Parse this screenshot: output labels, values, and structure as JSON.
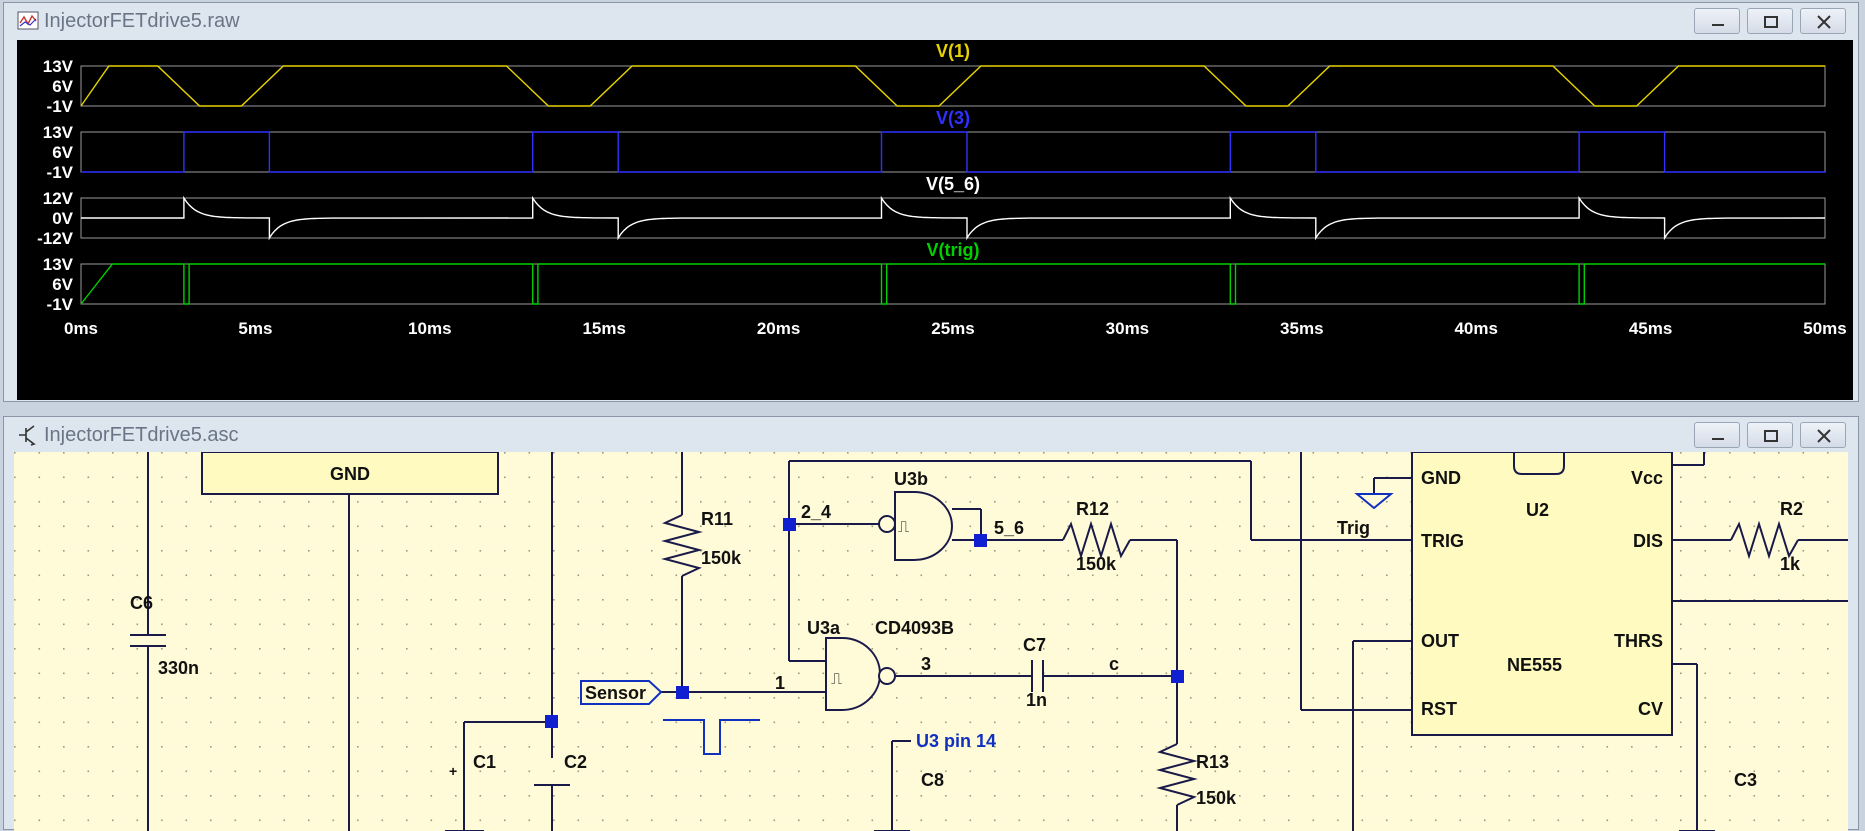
{
  "waveform_window": {
    "title": "InjectorFETdrive5.raw",
    "controls": {
      "minimize": "minimize",
      "maximize": "maximize",
      "close": "close"
    }
  },
  "schematic_window": {
    "title": "InjectorFETdrive5.asc"
  },
  "chart_data": [
    {
      "type": "line",
      "title": "V(1)",
      "color": "#e6d200",
      "ylim": [
        -1,
        13
      ],
      "yticks": [
        "13V",
        "6V",
        "-1V"
      ],
      "x": [
        0,
        0.8,
        2.2,
        3.4,
        4.6,
        5.8,
        12.2,
        13.4,
        14.6,
        15.8,
        22.2,
        23.4,
        24.6,
        25.8,
        32.2,
        33.4,
        34.6,
        35.8,
        42.2,
        43.4,
        44.6,
        45.8,
        50
      ],
      "series": [
        {
          "values": [
            -1,
            13,
            13,
            -1,
            -1,
            13,
            13,
            -1,
            -1,
            13,
            13,
            -1,
            -1,
            13,
            13,
            -1,
            -1,
            13,
            13,
            -1,
            -1,
            13,
            13
          ]
        }
      ]
    },
    {
      "type": "line",
      "title": "V(3)",
      "color": "#3030ff",
      "ylim": [
        -1,
        13
      ],
      "yticks": [
        "13V",
        "6V",
        "-1V"
      ],
      "pulses": [
        [
          2.95,
          5.4
        ],
        [
          12.95,
          15.4
        ],
        [
          22.95,
          25.4
        ],
        [
          32.95,
          35.4
        ],
        [
          42.95,
          45.4
        ]
      ],
      "low": -1,
      "high": 13
    },
    {
      "type": "line",
      "title": "V(5_6)",
      "color": "#ffffff",
      "ylim": [
        -12,
        12
      ],
      "yticks": [
        "12V",
        "0V",
        "-12V"
      ],
      "spike_up_at": [
        2.95,
        12.95,
        22.95,
        32.95,
        42.95
      ],
      "spike_down_at": [
        5.4,
        15.4,
        25.4,
        35.4,
        45.4
      ],
      "peak": 12
    },
    {
      "type": "line",
      "title": "V(trig)",
      "color": "#00d000",
      "ylim": [
        -1,
        13
      ],
      "yticks": [
        "13V",
        "6V",
        "-1V"
      ],
      "dips_at": [
        2.95,
        12.95,
        22.95,
        32.95,
        42.95
      ],
      "dip_width": 0.15,
      "high": 13,
      "low": -1,
      "rise_end": 0.9
    }
  ],
  "x_axis": {
    "xlim": [
      0,
      50
    ],
    "ticks": [
      "0ms",
      "5ms",
      "10ms",
      "15ms",
      "20ms",
      "25ms",
      "30ms",
      "35ms",
      "40ms",
      "45ms",
      "50ms"
    ]
  },
  "schematic": {
    "gnd_box": "GND",
    "c6": {
      "name": "C6",
      "value": "330n"
    },
    "r11": {
      "name": "R11",
      "value": "150k"
    },
    "sensor": "Sensor",
    "c1": "C1",
    "c2": "C2",
    "plus": "+",
    "net_2_4": "2_4",
    "u3b": "U3b",
    "u3a": "U3a",
    "cd4093b": "CD4093B",
    "net_5_6": "5_6",
    "r12": {
      "name": "R12",
      "value": "150k"
    },
    "net_1": "1",
    "net_3": "3",
    "c7": {
      "name": "C7",
      "value": "1n"
    },
    "net_c": "c",
    "r13": {
      "name": "R13",
      "value": "150k"
    },
    "u3_pin14": "U3 pin 14",
    "c8": "C8",
    "trig_label": "Trig",
    "u2": {
      "ref": "U2",
      "part": "NE555",
      "pins_left": [
        "GND",
        "TRIG",
        "OUT",
        "RST"
      ],
      "pins_right": [
        "Vcc",
        "DIS",
        "THRS",
        "CV"
      ]
    },
    "r2": {
      "name": "R2",
      "value": "1k"
    },
    "c3": "C3",
    "schmitt_symbol": "⎍"
  }
}
